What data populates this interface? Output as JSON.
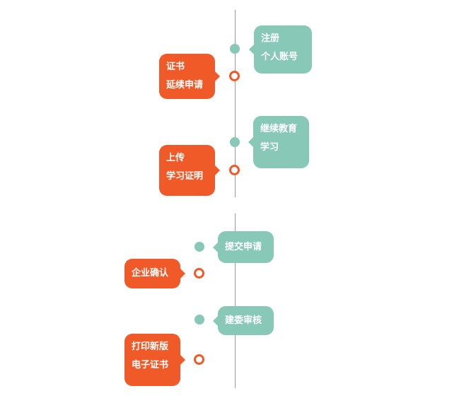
{
  "colors": {
    "teal": "#87c8b6",
    "orange": "#f05a28",
    "line": "#9a9a9a"
  },
  "steps": [
    {
      "lines": [
        "注册",
        "个人账号"
      ],
      "color": "teal"
    },
    {
      "lines": [
        "证书",
        "延续申请"
      ],
      "color": "orange"
    },
    {
      "lines": [
        "继续教育",
        "学习"
      ],
      "color": "teal"
    },
    {
      "lines": [
        "上传",
        "学习证明"
      ],
      "color": "orange"
    },
    {
      "lines": [
        "提交申请"
      ],
      "color": "teal"
    },
    {
      "lines": [
        "企业确认"
      ],
      "color": "orange"
    },
    {
      "lines": [
        "建委审核"
      ],
      "color": "teal"
    },
    {
      "lines": [
        "打印新版",
        "电子证书"
      ],
      "color": "orange"
    }
  ]
}
